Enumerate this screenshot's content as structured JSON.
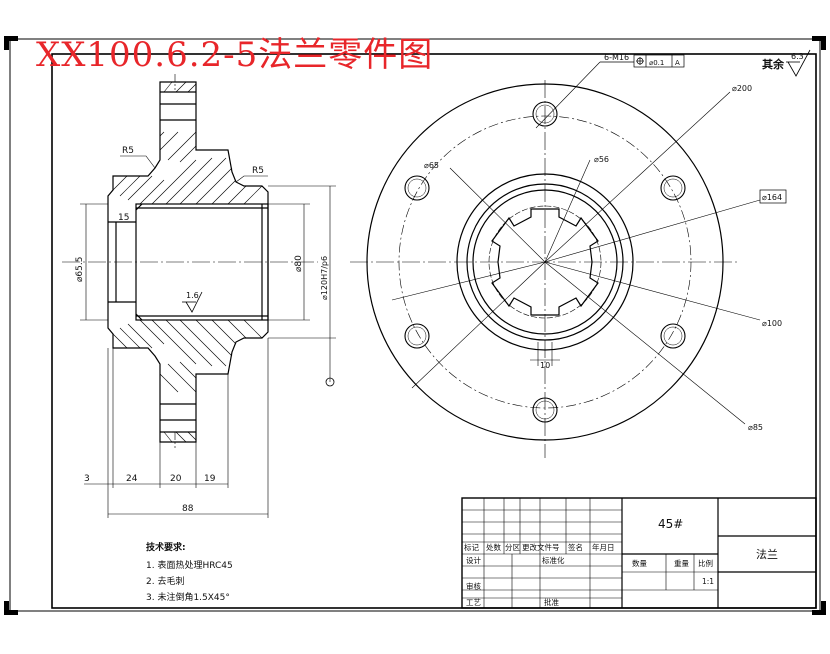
{
  "drawing": {
    "title": "XX100.6.2-5法兰零件图",
    "surface_finish_other": "其余",
    "surface_finish_other_value": "6.3",
    "surface_finish_bore": "1.6"
  },
  "section_view": {
    "radius_top": "R5",
    "radius_side": "R5",
    "dim_bore_depth": "15",
    "dim_left_dia": "⌀65.5",
    "dim_bore_dia": "⌀80",
    "dim_fit_dia": "⌀120H7/p6",
    "dim_3": "3",
    "dim_24": "24",
    "dim_20": "20",
    "dim_19": "19",
    "dim_88": "88"
  },
  "front_view": {
    "dim_holes": "6-M16",
    "tol_value": "⌀0.1",
    "tol_datum": "A",
    "dim_200": "⌀200",
    "dim_164": "⌀164",
    "dim_100": "⌀100",
    "dim_85": "⌀85",
    "dim_56": "⌀56",
    "dim_65": "⌀65",
    "dim_10": "10"
  },
  "notes": {
    "heading": "技术要求:",
    "items": [
      "1. 表面热处理HRC45",
      "2. 去毛刺",
      "3. 未注倒角1.5X45°"
    ]
  },
  "title_block": {
    "material": "45#",
    "part_name": "法兰",
    "scale_value": "1:1",
    "h_mark": "标记",
    "h_count": "处数",
    "h_zone": "分区",
    "h_doc": "更改文件号",
    "h_sign": "签名",
    "h_date": "年月日",
    "design": "设计",
    "standard": "标准化",
    "review": "审核",
    "process": "工艺",
    "approve": "批准",
    "weight_count": "数量",
    "weight": "重量",
    "scale": "比例"
  }
}
